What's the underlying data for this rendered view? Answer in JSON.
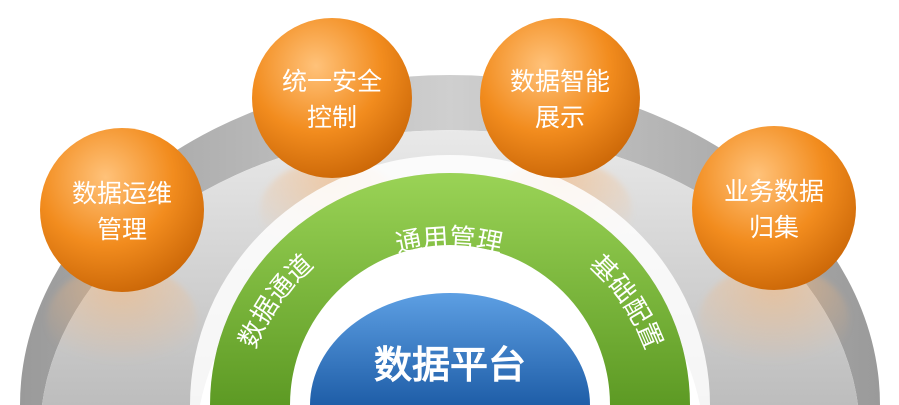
{
  "core": {
    "label": "数据平台"
  },
  "inner_ring": {
    "left_label": "数据通道",
    "top_label": "通用管理",
    "right_label": "基础配置"
  },
  "nodes": [
    {
      "line1": "数据运维",
      "line2": "管理"
    },
    {
      "line1": "统一安全",
      "line2": "控制"
    },
    {
      "line1": "数据智能",
      "line2": "展示"
    },
    {
      "line1": "业务数据",
      "line2": "归集"
    }
  ],
  "colors": {
    "outer_ring": "#d6d6d6",
    "outer_ring_edge": "#8f8f8f",
    "inner_ring": "#7cbc3c",
    "inner_ring_dark": "#5a9422",
    "core": "#2e6fb7",
    "core_light": "#5a9ae0",
    "node": "#f08a1c",
    "node_light": "#ffc070",
    "node_dark": "#c76408"
  }
}
